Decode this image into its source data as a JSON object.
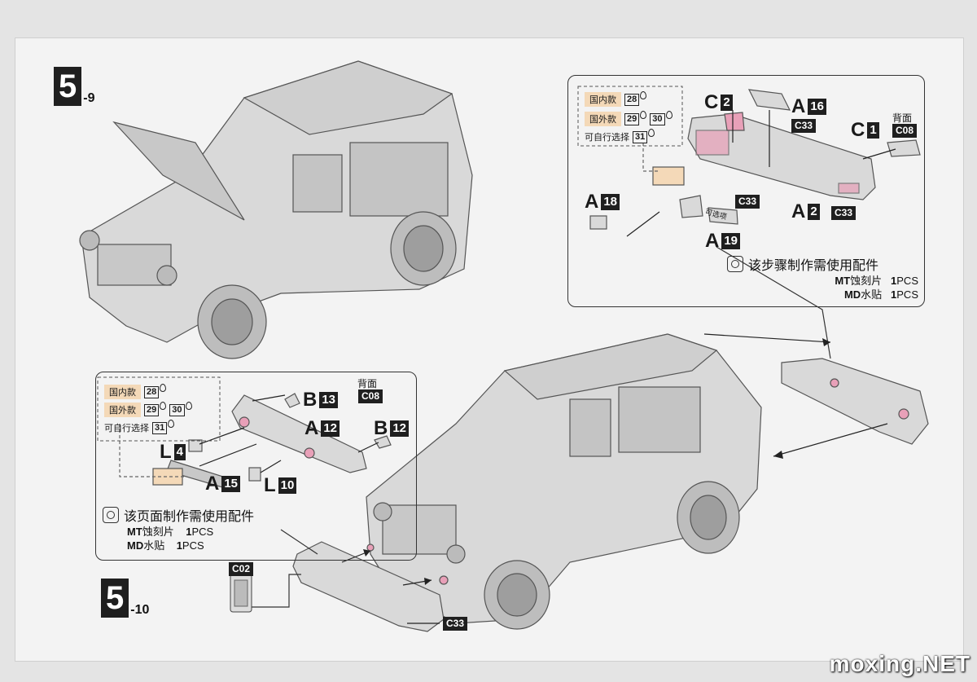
{
  "steps": [
    {
      "number": "5",
      "sub": "-9"
    },
    {
      "number": "5",
      "sub": "-10"
    }
  ],
  "rear_panel": {
    "legend": [
      {
        "label": "国内款",
        "nums": [
          "28"
        ]
      },
      {
        "label": "国外款",
        "nums": [
          "29",
          "30"
        ]
      },
      {
        "label": "可自行选择",
        "nums": [
          "31"
        ]
      }
    ],
    "parts": [
      {
        "letter": "C",
        "num": "2"
      },
      {
        "letter": "A",
        "num": "16"
      },
      {
        "letter": "C",
        "num": "1"
      },
      {
        "letter": "A",
        "num": "18"
      },
      {
        "letter": "A",
        "num": "19"
      },
      {
        "letter": "A",
        "num": "2"
      }
    ],
    "codes": {
      "a16": "C33",
      "c1": "C08",
      "c33_mid": "C33",
      "a2": "C33"
    },
    "back_label": "背面",
    "optional_label": "可选项",
    "info": {
      "title": "该步骤制作需使用配件",
      "lines": [
        {
          "name": "MT",
          "desc": "蚀刻片",
          "qty": "1",
          "unit": "PCS"
        },
        {
          "name": "MD",
          "desc": "水贴",
          "qty": "1",
          "unit": "PCS"
        }
      ]
    }
  },
  "front_panel": {
    "legend": [
      {
        "label": "国内款",
        "nums": [
          "28"
        ]
      },
      {
        "label": "国外款",
        "nums": [
          "29",
          "30"
        ]
      },
      {
        "label": "可自行选择",
        "nums": [
          "31"
        ]
      }
    ],
    "parts": [
      {
        "letter": "B",
        "num": "13"
      },
      {
        "letter": "A",
        "num": "12"
      },
      {
        "letter": "B",
        "num": "12"
      },
      {
        "letter": "L",
        "num": "4"
      },
      {
        "letter": "A",
        "num": "15"
      },
      {
        "letter": "L",
        "num": "10"
      }
    ],
    "codes": {
      "b13": "C08"
    },
    "back_label": "背面",
    "info": {
      "title": "该页面制作需使用配件",
      "lines": [
        {
          "name": "MT",
          "desc": "蚀刻片",
          "qty": "1",
          "unit": "PCS"
        },
        {
          "name": "MD",
          "desc": "水贴",
          "qty": "1",
          "unit": "PCS"
        }
      ]
    }
  },
  "bottom_codes": {
    "c02": "C02",
    "c33": "C33"
  },
  "watermark": "moxing.NET"
}
